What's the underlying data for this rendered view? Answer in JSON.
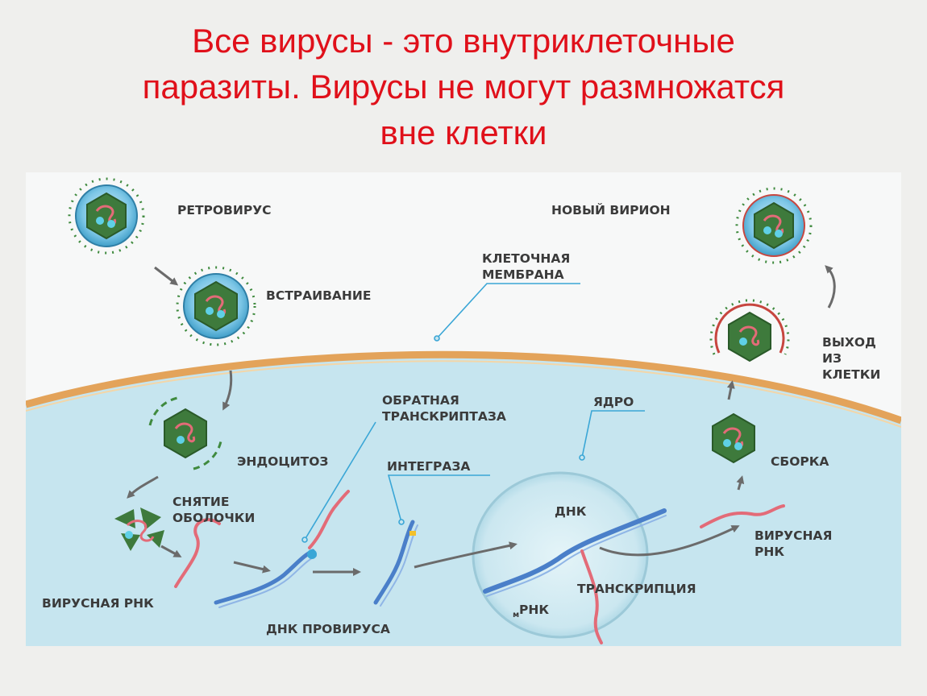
{
  "title": {
    "line1": "Все вирусы - это внутриклеточные",
    "line2": "паразиты. Вирусы не могут размножатся",
    "line3": "вне клетки"
  },
  "diagram": {
    "labels": {
      "retrovirus": "РЕТРОВИРУС",
      "new_virion": "НОВЫЙ ВИРИОН",
      "membrane_l1": "КЛЕТОЧНАЯ",
      "membrane_l2": "МЕМБРАНА",
      "embedding": "ВСТРАИВАНИЕ",
      "exit_l1": "ВЫХОД",
      "exit_l2": "ИЗ",
      "exit_l3": "КЛЕТКИ",
      "rt_l1": "ОБРАТНАЯ",
      "rt_l2": "ТРАНСКРИПТАЗА",
      "nucleus": "ЯДРО",
      "endocytosis": "ЭНДОЦИТОЗ",
      "integrase": "ИНТЕГРАЗА",
      "assembly": "СБОРКА",
      "uncoat_l1": "СНЯТИЕ",
      "uncoat_l2": "ОБОЛОЧКИ",
      "dna": "ДНК",
      "viral_rna_r1": "ВИРУСНАЯ",
      "viral_rna_r2": "РНК",
      "viral_rna": "ВИРУСНАЯ РНК",
      "transcription": "ТРАНСКРИПЦИЯ",
      "mrna_sub": "м",
      "mrna": "РНК",
      "provirus_dna": "ДНК ПРОВИРУСА"
    },
    "colors": {
      "cytoplasm": "#c6e5ef",
      "membrane": "#e3a35a",
      "capsid": "#3e7a3c",
      "envelope": "#5ab5d8",
      "spike": "#3f8a3e",
      "dna": "#4a7fc9",
      "rna": "#e36b78",
      "arrow": "#6b6b6b",
      "nucleus": "#d2ecf3",
      "pointer": "#3aa6d6"
    }
  }
}
